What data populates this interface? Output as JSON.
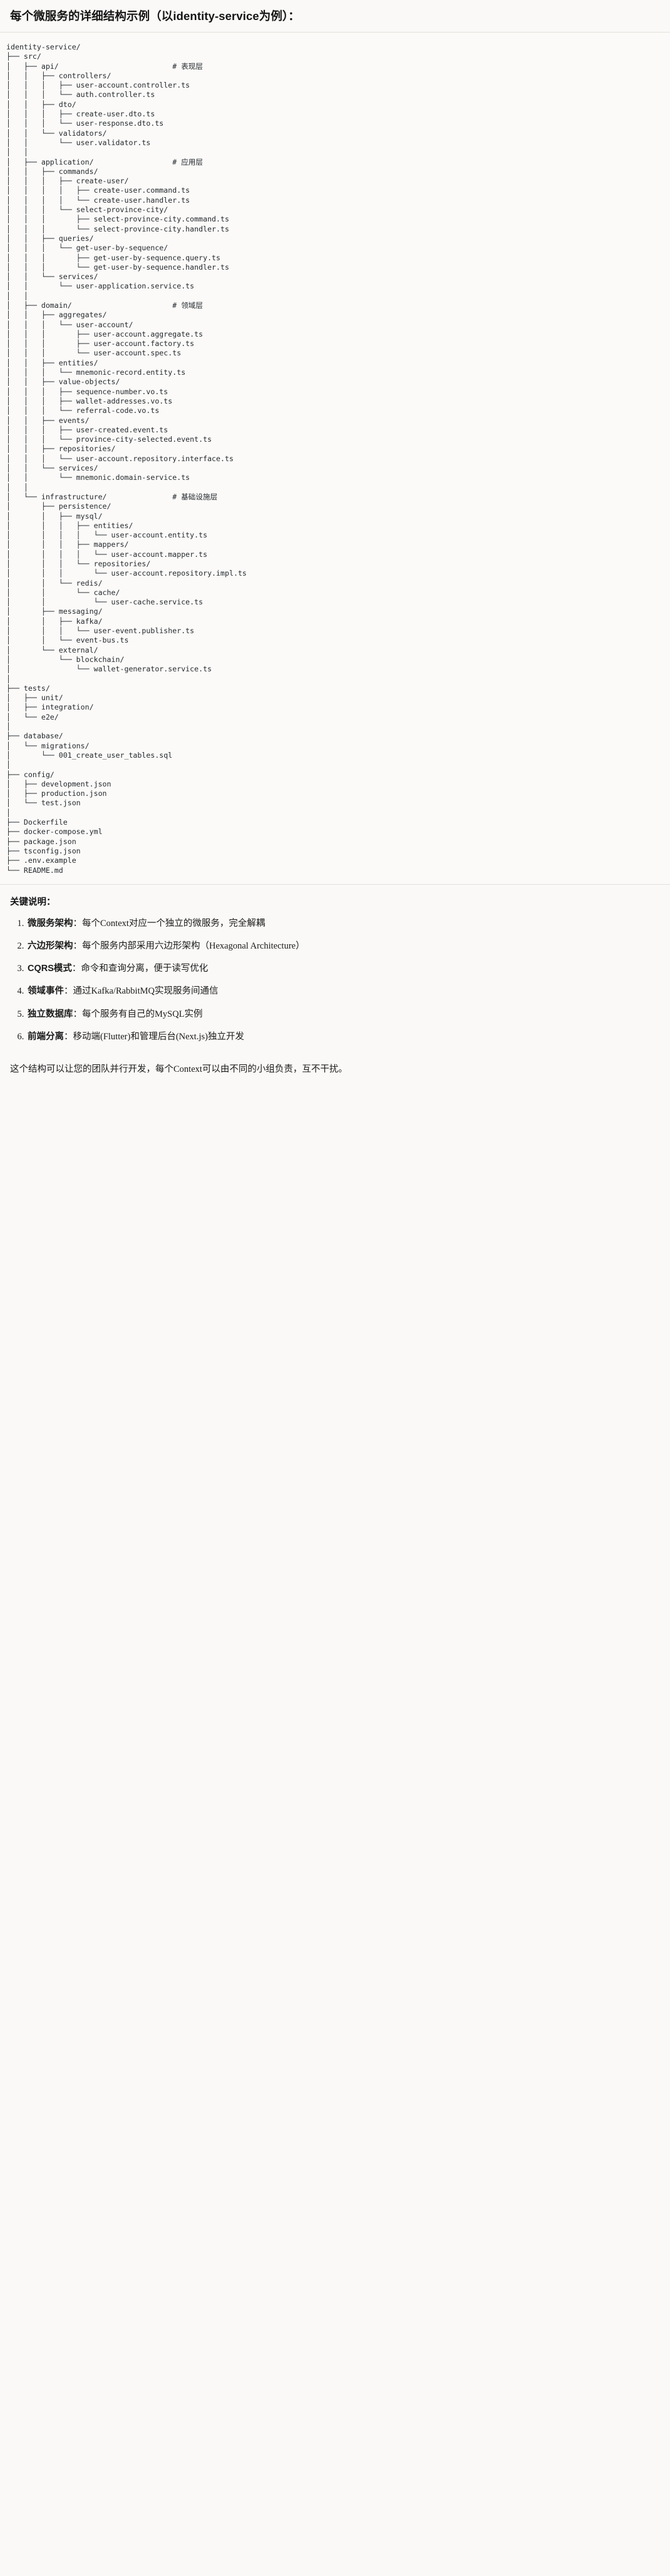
{
  "title": "每个微服务的详细结构示例（以identity-service为例）：",
  "tree": {
    "lines": [
      "identity-service/",
      "├── src/",
      "│   ├── api/                          # 表现层",
      "│   │   ├── controllers/",
      "│   │   │   ├── user-account.controller.ts",
      "│   │   │   └── auth.controller.ts",
      "│   │   ├── dto/",
      "│   │   │   ├── create-user.dto.ts",
      "│   │   │   └── user-response.dto.ts",
      "│   │   └── validators/",
      "│   │       └── user.validator.ts",
      "│   │",
      "│   ├── application/                  # 应用层",
      "│   │   ├── commands/",
      "│   │   │   ├── create-user/",
      "│   │   │   │   ├── create-user.command.ts",
      "│   │   │   │   └── create-user.handler.ts",
      "│   │   │   └── select-province-city/",
      "│   │   │       ├── select-province-city.command.ts",
      "│   │   │       └── select-province-city.handler.ts",
      "│   │   ├── queries/",
      "│   │   │   └── get-user-by-sequence/",
      "│   │   │       ├── get-user-by-sequence.query.ts",
      "│   │   │       └── get-user-by-sequence.handler.ts",
      "│   │   └── services/",
      "│   │       └── user-application.service.ts",
      "│   │",
      "│   ├── domain/                       # 领域层",
      "│   │   ├── aggregates/",
      "│   │   │   └── user-account/",
      "│   │   │       ├── user-account.aggregate.ts",
      "│   │   │       ├── user-account.factory.ts",
      "│   │   │       └── user-account.spec.ts",
      "│   │   ├── entities/",
      "│   │   │   └── mnemonic-record.entity.ts",
      "│   │   ├── value-objects/",
      "│   │   │   ├── sequence-number.vo.ts",
      "│   │   │   ├── wallet-addresses.vo.ts",
      "│   │   │   └── referral-code.vo.ts",
      "│   │   ├── events/",
      "│   │   │   ├── user-created.event.ts",
      "│   │   │   └── province-city-selected.event.ts",
      "│   │   ├── repositories/",
      "│   │   │   └── user-account.repository.interface.ts",
      "│   │   └── services/",
      "│   │       └── mnemonic.domain-service.ts",
      "│   │",
      "│   └── infrastructure/               # 基础设施层",
      "│       ├── persistence/",
      "│       │   ├── mysql/",
      "│       │   │   ├── entities/",
      "│       │   │   │   └── user-account.entity.ts",
      "│       │   │   ├── mappers/",
      "│       │   │   │   └── user-account.mapper.ts",
      "│       │   │   └── repositories/",
      "│       │   │       └── user-account.repository.impl.ts",
      "│       │   └── redis/",
      "│       │       └── cache/",
      "│       │           └── user-cache.service.ts",
      "│       ├── messaging/",
      "│       │   ├── kafka/",
      "│       │   │   └── user-event.publisher.ts",
      "│       │   └── event-bus.ts",
      "│       └── external/",
      "│           └── blockchain/",
      "│               └── wallet-generator.service.ts",
      "│",
      "├── tests/",
      "│   ├── unit/",
      "│   ├── integration/",
      "│   └── e2e/",
      "│",
      "├── database/",
      "│   └── migrations/",
      "│       └── 001_create_user_tables.sql",
      "│",
      "├── config/",
      "│   ├── development.json",
      "│   ├── production.json",
      "│   └── test.json",
      "│",
      "├── Dockerfile",
      "├── docker-compose.yml",
      "├── package.json",
      "├── tsconfig.json",
      "├── .env.example",
      "└── README.md"
    ]
  },
  "keypoints": {
    "heading": "关键说明：",
    "items": [
      {
        "term": "微服务架构",
        "desc": "：每个Context对应一个独立的微服务，完全解耦"
      },
      {
        "term": "六边形架构",
        "desc": "：每个服务内部采用六边形架构（Hexagonal Architecture）"
      },
      {
        "term": "CQRS模式",
        "desc": "：命令和查询分离，便于读写优化"
      },
      {
        "term": "领域事件",
        "desc": "：通过Kafka/RabbitMQ实现服务间通信"
      },
      {
        "term": "独立数据库",
        "desc": "：每个服务有自己的MySQL实例"
      },
      {
        "term": "前端分离",
        "desc": "：移动端(Flutter)和管理后台(Next.js)独立开发"
      }
    ]
  },
  "closing": "这个结构可以让您的团队并行开发，每个Context可以由不同的小组负责，互不干扰。",
  "colors": {
    "page_bg": "#faf9f7",
    "code_bg": "#fbfaf8",
    "text": "#1a1a1a",
    "code_text": "#24292e",
    "rule": "#e3e1dd"
  }
}
